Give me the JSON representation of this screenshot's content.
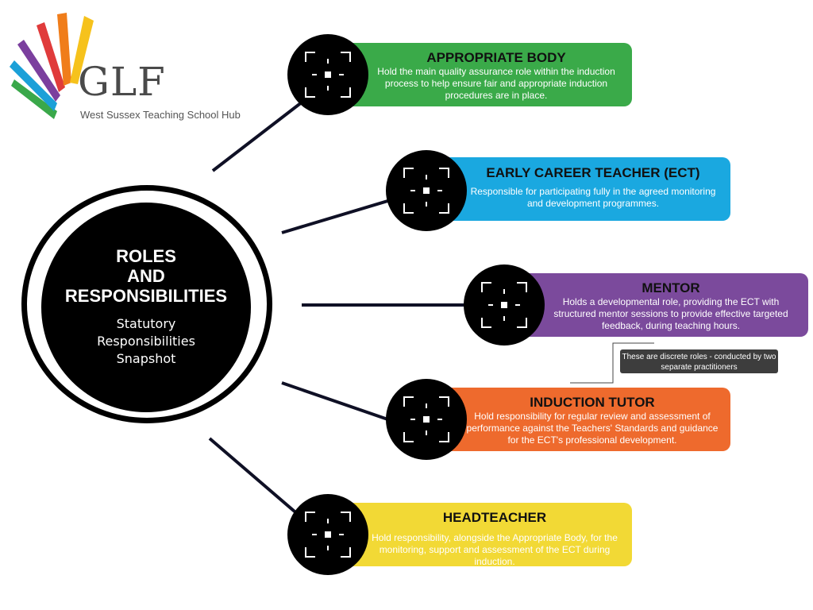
{
  "logo": {
    "text": "GLF",
    "subtitle": "West Sussex Teaching School Hub",
    "colors": [
      "#7b3f9e",
      "#e03b3b",
      "#f07d1a",
      "#f6c21c",
      "#1ba0d8",
      "#3aa84a"
    ]
  },
  "hub": {
    "title": "ROLES\nAND\nRESPONSIBILITIES",
    "subtitle": "Statutory\nResponsibilities\nSnapshot"
  },
  "roles": [
    {
      "title": "APPROPRIATE BODY",
      "description": "Hold the main quality assurance role within the induction process to help ensure fair and appropriate induction procedures are in place.",
      "color": "#3aaa49",
      "icon": "focus-icon"
    },
    {
      "title": "EARLY CAREER TEACHER (ECT)",
      "description": "Responsible for participating fully in the agreed monitoring and development programmes.",
      "color": "#1aa8e0",
      "icon": "focus-icon"
    },
    {
      "title": "MENTOR",
      "description": "Holds a developmental role, providing the ECT with structured mentor sessions to provide effective targeted feedback, during teaching hours.",
      "color": "#7b4a9c",
      "icon": "focus-icon"
    },
    {
      "title": "INDUCTION TUTOR",
      "description": "Hold responsibility for regular review and assessment of performance against the Teachers' Standards and guidance for the ECT's professional development.",
      "color": "#ee6a2d",
      "icon": "focus-icon"
    },
    {
      "title": "HEADTEACHER",
      "description": "Hold responsibility, alongside the Appropriate Body, for the monitoring, support and assessment of the ECT during induction.",
      "color": "#f2d935",
      "icon": "focus-icon"
    }
  ],
  "note": "These are discrete roles - conducted by two separate practitioners"
}
